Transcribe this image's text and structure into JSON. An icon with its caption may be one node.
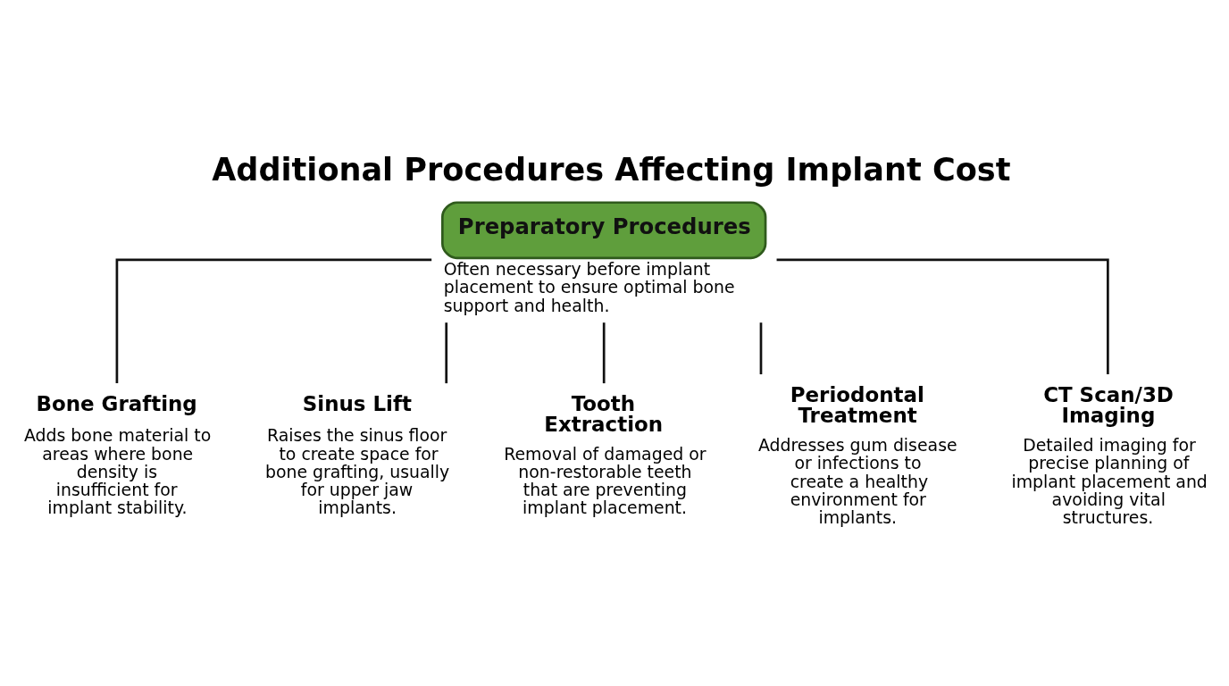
{
  "diagram": {
    "title": "Additional Procedures Affecting Implant Cost",
    "nodes": [
      {
        "text": [
          "Preparatory Procedures"
        ],
        "beside": [
          "Often necessary before implant placement to ensure optimal bone support and health."
        ]
      },
      {
        "text": [
          "Bone Grafting",
          "Adds bone material to areas where bone density is insufficient for implant stability."
        ]
      },
      {
        "text": [
          "Sinus Lift",
          "Raises the sinus floor to create space for bone grafting, usually for upper jaw implants."
        ]
      },
      {
        "text": [
          "Tooth Extraction",
          "Removal of damaged or non-restorable teeth that are preventing implant placement."
        ]
      },
      {
        "text": [
          "Periodontal Treatment",
          "Addresses gum disease or infections to create a healthy environment for implants."
        ]
      },
      {
        "text": [
          "CT Scan/3D Imaging",
          "Detailed imaging for precise planning of implant placement and avoiding vital structures."
        ]
      }
    ],
    "edges": [
      {
        "from": 0,
        "to": 1,
        "arrow": "none"
      },
      {
        "from": 0,
        "to": 2,
        "arrow": "none"
      },
      {
        "from": 0,
        "to": 3,
        "arrow": "none"
      },
      {
        "from": 0,
        "to": 4,
        "arrow": "none"
      },
      {
        "from": 0,
        "to": 5,
        "arrow": "none"
      }
    ]
  }
}
